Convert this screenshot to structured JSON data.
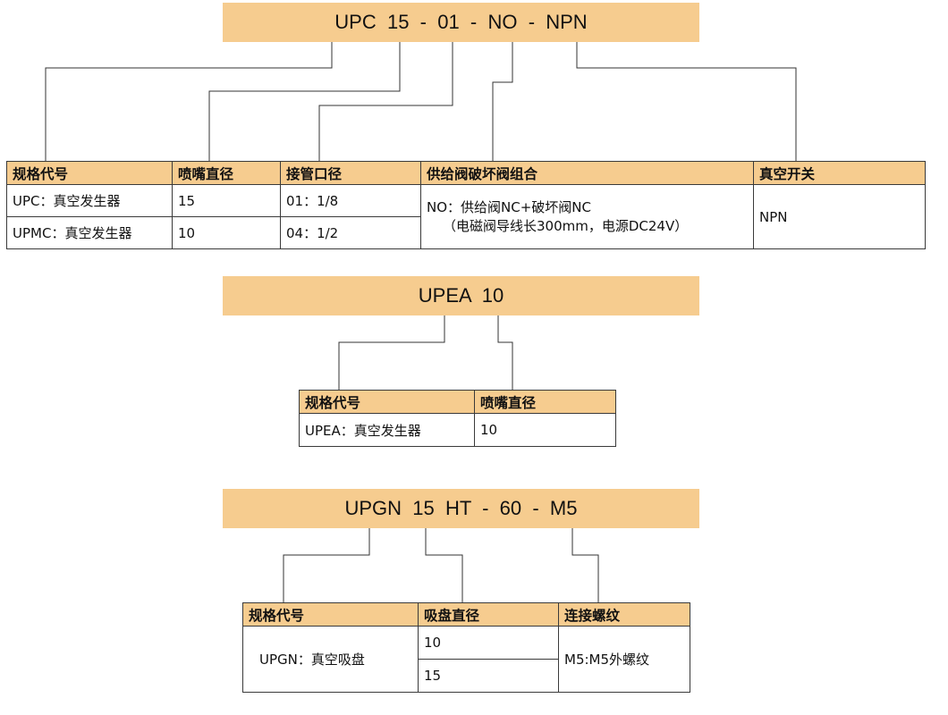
{
  "section1": {
    "code": "UPC  15  -  01  -  NO  -  NPN",
    "headers": [
      "规格代号",
      "喷嘴直径",
      "接管口径",
      "供给阀破坏阀组合",
      "真空开关"
    ],
    "rows": [
      [
        "UPC：真空发生器",
        "15",
        "01：1/8"
      ],
      [
        "UPMC：真空发生器",
        "10",
        "04：1/2"
      ]
    ],
    "valve_line1": "NO：供给阀NC+破坏阀NC",
    "valve_line2": "（电磁阀导线长300mm，电源DC24V）",
    "vacuum_switch": "NPN"
  },
  "section2": {
    "code": "UPEA  10",
    "headers": [
      "规格代号",
      "喷嘴直径"
    ],
    "rows": [
      [
        "UPEA：真空发生器",
        "10"
      ]
    ]
  },
  "section3": {
    "code": "UPGN  15  HT  -  60  -  M5",
    "headers": [
      "规格代号",
      "吸盘直径",
      "连接螺纹"
    ],
    "model": "UPGN：真空吸盘",
    "diameters": [
      "10",
      "15"
    ],
    "thread": "M5:M5外螺纹"
  },
  "colors": {
    "header_fill": "#f6cc8f",
    "line": "#333333"
  }
}
